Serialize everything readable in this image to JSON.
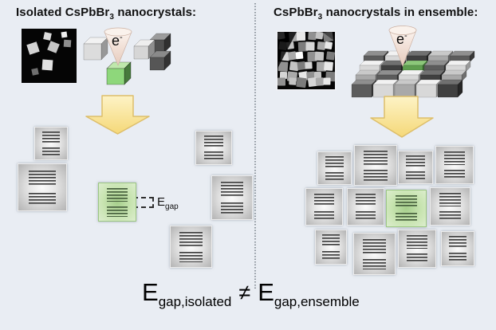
{
  "figure": {
    "left_panel": {
      "title": {
        "pre": "Isolated CsPbBr",
        "sub": "3",
        "post": " nanocrystals:"
      },
      "electron_label": {
        "base": "e",
        "sup": "-"
      },
      "egap_label": {
        "base": "E",
        "sub": "gap"
      },
      "energy_diagram_count": 6
    },
    "right_panel": {
      "title": {
        "pre": "CsPbBr",
        "sub": "3",
        "post": " nanocrystals in ensemble:"
      },
      "electron_label": {
        "base": "e",
        "sup": "-"
      },
      "energy_diagram_count": 12
    },
    "equation": {
      "lhs_base": "E",
      "lhs_sub": "gap,isolated",
      "neq": "≠",
      "rhs_base": "E",
      "rhs_sub": "gap,ensemble"
    }
  },
  "colors": {
    "background": "#e9edf3",
    "divider": "#8f979f",
    "arrow_top": "#fdf3c6",
    "arrow_bottom": "#f5d878",
    "arrow_border": "#ddbe6a",
    "green_center": "#a6cf8c",
    "green_edge": "#dcedcd",
    "gray_center": "#fbfbfb",
    "gray_edge": "#b3b3b3",
    "level_line": "#3d3d3d"
  }
}
